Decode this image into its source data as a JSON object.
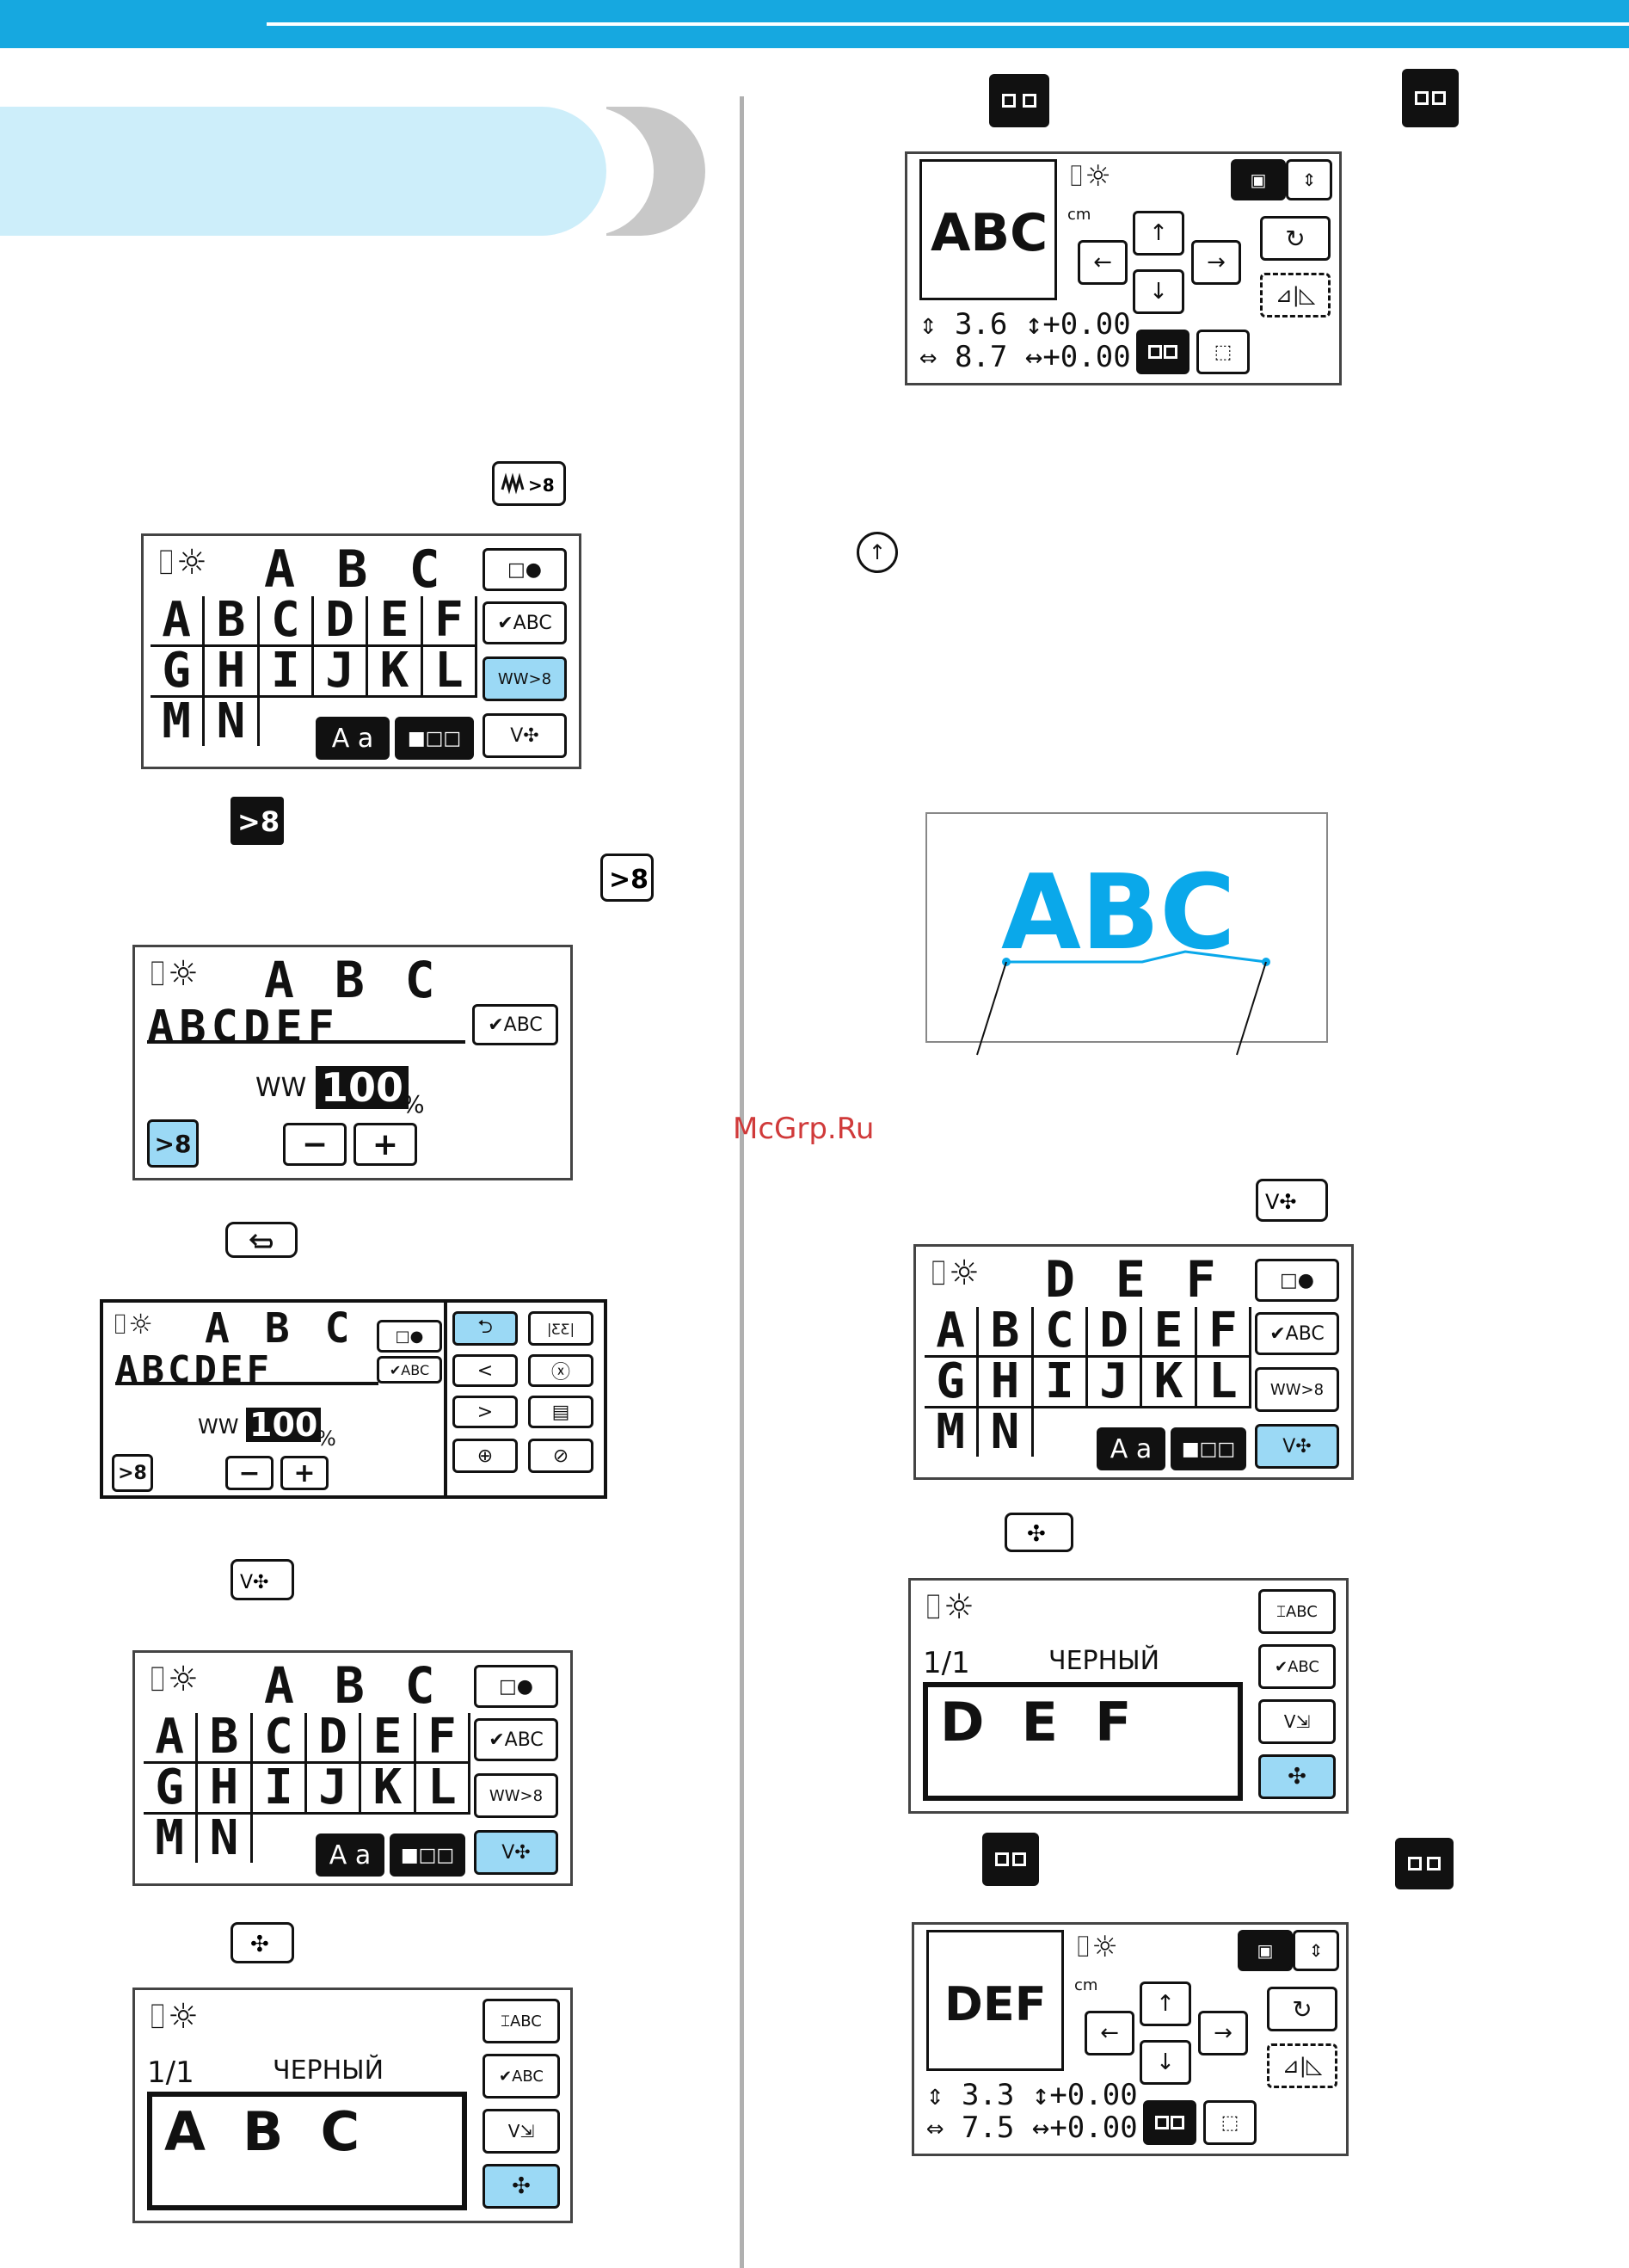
{
  "watermark": "McGrp.Ru",
  "screen1": {
    "header_letters": "A B C",
    "rows": [
      [
        "A",
        "B",
        "C",
        "D",
        "E",
        "F"
      ],
      [
        "G",
        "H",
        "I",
        "J",
        "K",
        "L"
      ],
      [
        "M",
        "N",
        "",
        "",
        "",
        ""
      ]
    ],
    "side_buttons": [
      "□●",
      "✔ABC",
      "WW>8",
      "V✣"
    ],
    "bottom_buttons": [
      "A a",
      "■□□"
    ]
  },
  "screen2": {
    "header_letters": "A B C",
    "row": "ABCDEF",
    "percent_value": "100",
    "percent_sign": "%",
    "minus": "−",
    "plus": "+"
  },
  "screen3": {
    "header_letters": "A B C",
    "row": "ABCDEF",
    "percent_value": "100",
    "percent_sign": "%",
    "minus": "−",
    "plus": "+",
    "right_buttons": [
      "⮌",
      "|ƸƸ|",
      "<",
      "ⓧ",
      ">",
      "▤",
      "⊕",
      "⊘"
    ]
  },
  "screen4": {
    "header_letters": "A B C",
    "rows": [
      [
        "A",
        "B",
        "C",
        "D",
        "E",
        "F"
      ],
      [
        "G",
        "H",
        "I",
        "J",
        "K",
        "L"
      ],
      [
        "M",
        "N",
        "",
        "",
        "",
        ""
      ]
    ]
  },
  "screen5": {
    "page": "1/1",
    "color_name": "ЧЕРНЫЙ",
    "text": "A  B  C"
  },
  "screen6": {
    "preview": "ABC",
    "unit": "cm",
    "height": "3.6",
    "height_offset": "+0.00",
    "width": "8.7",
    "width_offset": "+0.00"
  },
  "diagram": {
    "text": "ABC"
  },
  "screen7": {
    "header_letters": "D E F",
    "rows": [
      [
        "A",
        "B",
        "C",
        "D",
        "E",
        "F"
      ],
      [
        "G",
        "H",
        "I",
        "J",
        "K",
        "L"
      ],
      [
        "M",
        "N",
        "",
        "",
        "",
        ""
      ]
    ]
  },
  "screen8": {
    "page": "1/1",
    "color_name": "ЧЕРНЫЙ",
    "text": "D  E  F"
  },
  "screen9": {
    "preview": "DEF",
    "unit": "cm",
    "height": "3.3",
    "height_offset": "+0.00",
    "width": "7.5",
    "width_offset": "+0.00"
  },
  "colors": {
    "accent_blue": "#16a8e0",
    "highlight_blue": "#9bd9f5",
    "title_bg": "#cdeefa",
    "watermark": "#d03a3a"
  }
}
